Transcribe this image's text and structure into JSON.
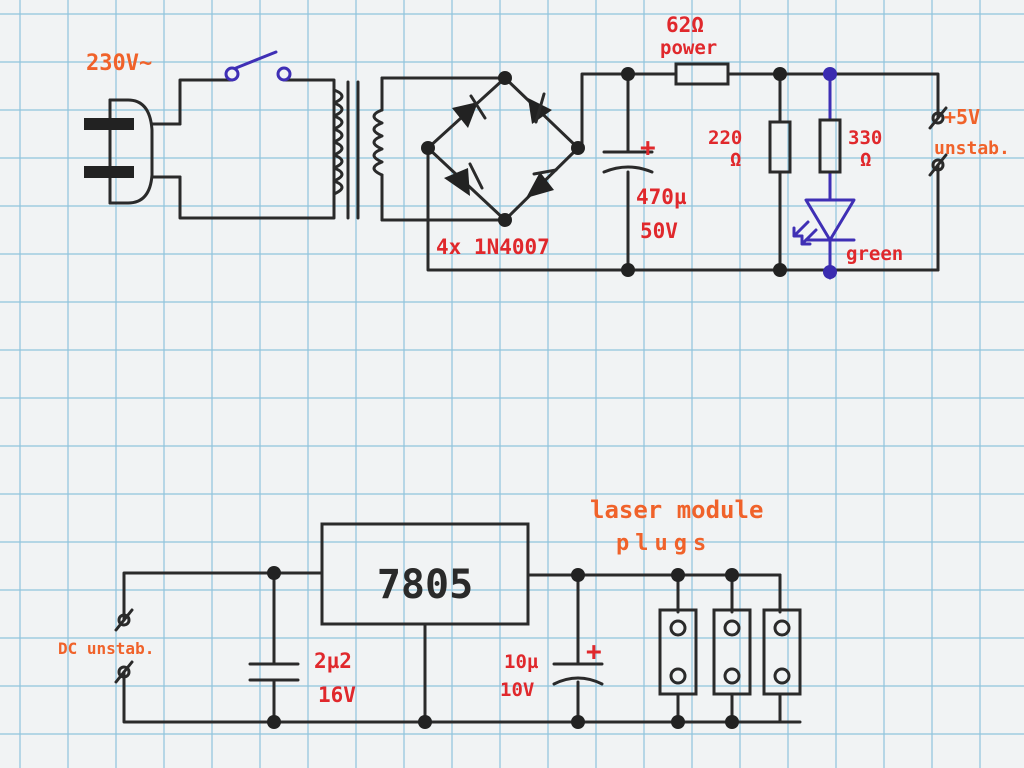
{
  "colors": {
    "paper": "#f1f3f4",
    "grid": "#8fc4dc",
    "ink": "#2a2a2a",
    "red_ink": "#e0282c",
    "orange_ink": "#f0622a",
    "blue_ink": "#3a2bb0"
  },
  "top_circuit": {
    "mains_label": "230V~",
    "resistor_62_value": "62Ω",
    "resistor_62_note": "power",
    "bridge_label": "4x 1N4007",
    "cap_value": "470µ",
    "cap_voltage": "50V",
    "cap_polarity": "+",
    "resistor_220_value": "220",
    "resistor_220_unit": "Ω",
    "resistor_330_value": "330",
    "resistor_330_unit": "Ω",
    "led_label": "green",
    "output_label": "+5V",
    "output_note": "unstab."
  },
  "bottom_circuit": {
    "regulator_label": "7805",
    "input_label": "DC unstab.",
    "cap_in_value": "2µ2",
    "cap_in_voltage": "16V",
    "cap_out_value": "10µ",
    "cap_out_voltage": "10V",
    "cap_out_polarity": "+",
    "plugs_title_line1": "laser module",
    "plugs_title_line2": "plugs"
  }
}
